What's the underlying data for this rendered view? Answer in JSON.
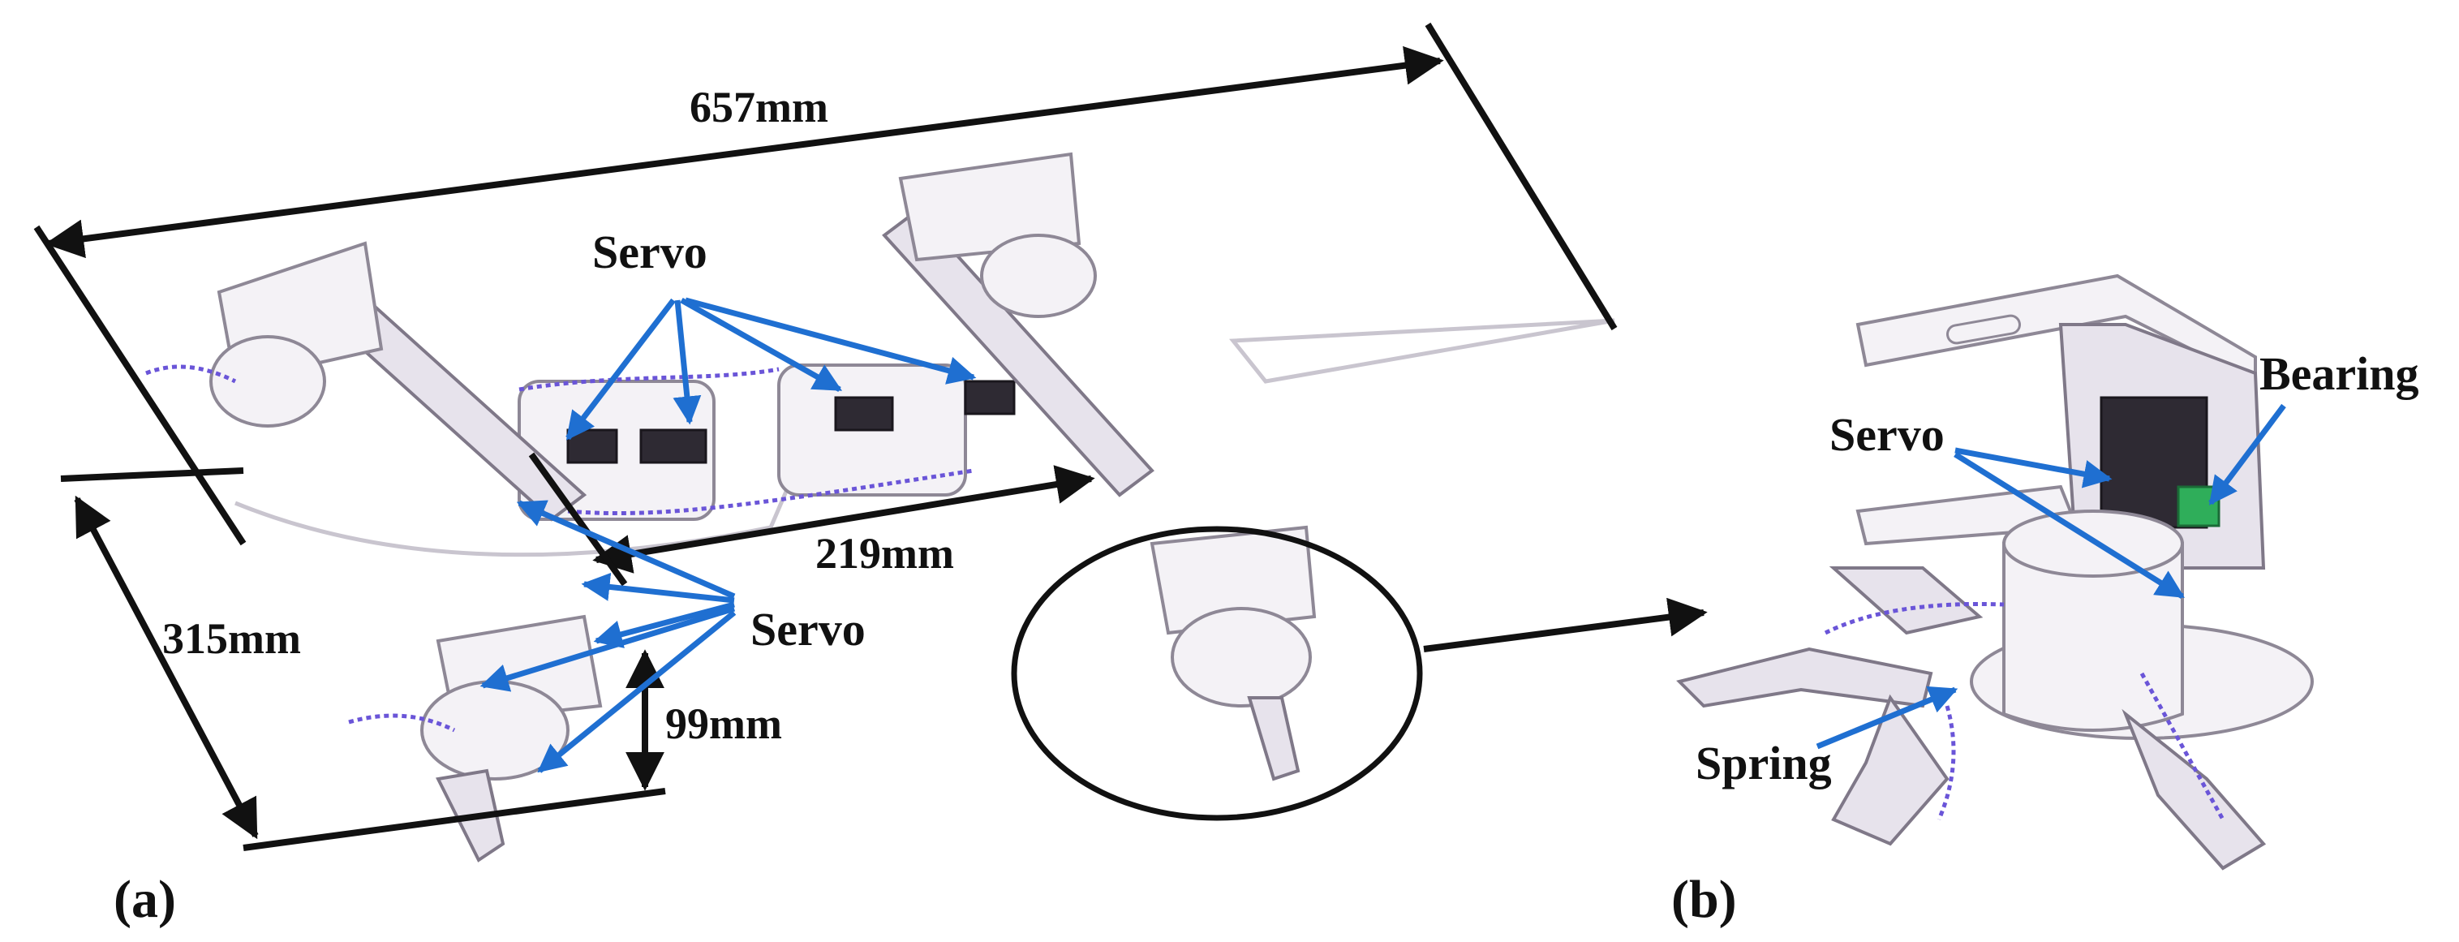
{
  "labels": {
    "dim_length": "657mm",
    "dim_width": "315mm",
    "dim_spacing": "219mm",
    "dim_height": "99mm",
    "servo_top": "Servo",
    "servo_bottom": "Servo",
    "servo_b": "Servo",
    "bearing": "Bearing",
    "spring": "Spring",
    "panel_a": "(a)",
    "panel_b": "(b)"
  },
  "colors": {
    "callout": "#1f6fd1",
    "dimension": "#111111",
    "spring": "#6a55d8",
    "bearing": "#2fae5a"
  }
}
